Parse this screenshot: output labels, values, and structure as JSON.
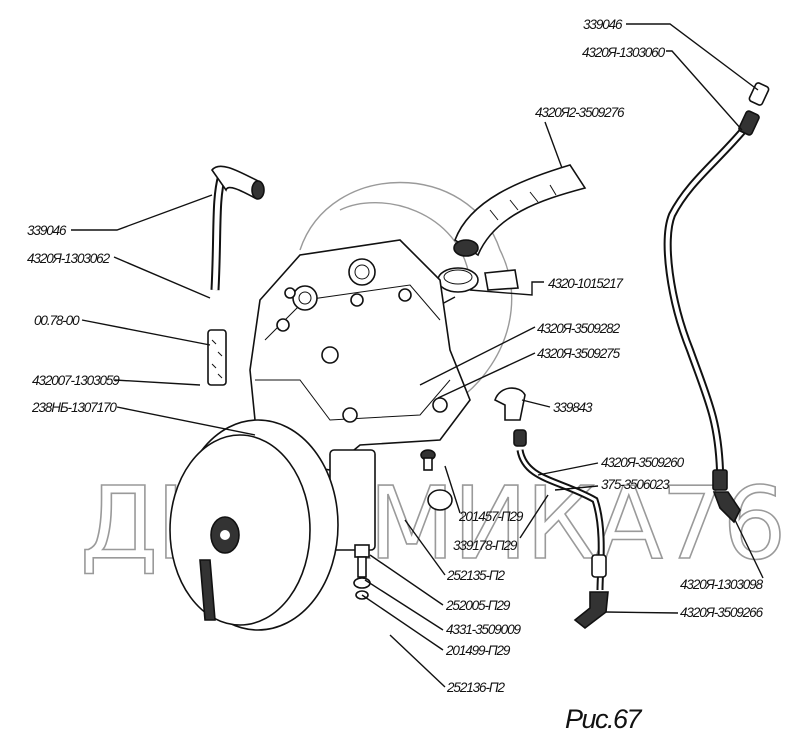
{
  "figure": {
    "caption": "Рис.67",
    "watermark": "ДИНАМИКА76",
    "labels": [
      "339046",
      "4320Я-1303060",
      "4320Я2-3509276",
      "339046",
      "4320Я-1303062",
      "00.78-00",
      "432007-1303059",
      "238НБ-1307170",
      "4320-1015217",
      "4320Я-3509282",
      "4320Я-3509275",
      "339843",
      "4320Я-3509260",
      "375-3506023",
      "201457-П29",
      "339178-П29",
      "252135-П2",
      "252005-П29",
      "4331-3509009",
      "201499-П29",
      "252136-П2",
      "4320Я-1303098",
      "4320Я-3509266"
    ]
  }
}
